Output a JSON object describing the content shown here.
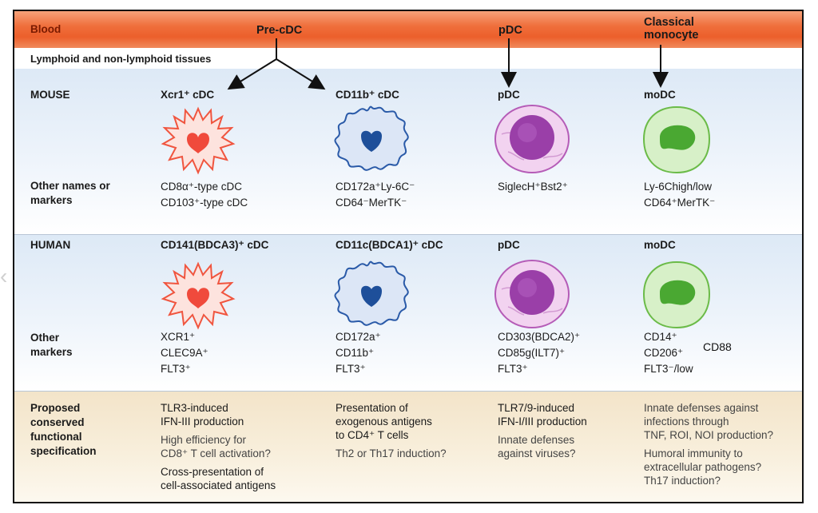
{
  "bands": {
    "blood": "Blood",
    "tissues": "Lymphoid and non-lymphoid tissues"
  },
  "blood_sources": {
    "pre_cdc": "Pre-cDC",
    "pdc": "pDC",
    "monocyte_line1": "Classical",
    "monocyte_line2": "monocyte"
  },
  "mouse": {
    "label": "MOUSE",
    "columns": [
      "Xcr1⁺ cDC",
      "CD11b⁺ cDC",
      "pDC",
      "moDC"
    ],
    "markers_label_line1": "Other names or",
    "markers_label_line2": "markers",
    "markers": [
      [
        "CD8α⁺-type cDC",
        "CD103⁺-type cDC"
      ],
      [
        "CD172a⁺Ly-6C⁻",
        "CD64⁻MerTK⁻"
      ],
      [
        "SiglecH⁺Bst2⁺"
      ],
      [
        "Ly-6Chigh/low",
        "CD64⁺MerTK⁻"
      ]
    ]
  },
  "human": {
    "label": "HUMAN",
    "columns": [
      "CD141(BDCA3)⁺ cDC",
      "CD11c(BDCA1)⁺ cDC",
      "pDC",
      "moDC"
    ],
    "markers_label_line1": "Other",
    "markers_label_line2": "markers",
    "markers": [
      [
        "XCR1⁺",
        "CLEC9A⁺",
        "FLT3⁺"
      ],
      [
        "CD172a⁺",
        "CD11b⁺",
        "FLT3⁺"
      ],
      [
        "CD303(BDCA2)⁺",
        "CD85g(ILT7)⁺",
        "FLT3⁺"
      ],
      [
        "CD14⁺",
        "CD206⁺",
        "FLT3⁻/low"
      ]
    ],
    "extra_note": "CD88"
  },
  "function": {
    "label_lines": [
      "Proposed",
      "conserved",
      "functional",
      "specification"
    ],
    "col1": {
      "main": [
        "TLR3-induced",
        "IFN-III production"
      ],
      "q": [
        "High efficiency for",
        "CD8⁺ T cell activation?"
      ],
      "extra": [
        "Cross-presentation of",
        "cell-associated antigens"
      ]
    },
    "col2": {
      "main": [
        "Presentation of",
        "exogenous antigens",
        "to CD4⁺ T cells"
      ],
      "q": [
        "Th2 or Th17 induction?"
      ]
    },
    "col3": {
      "main": [
        "TLR7/9-induced",
        "IFN-I/III production"
      ],
      "q": [
        "Innate defenses",
        "against viruses?"
      ]
    },
    "col4": {
      "q1": [
        "Innate defenses against",
        "infections through",
        "TNF, ROI, NOI production?"
      ],
      "q2": [
        "Humoral immunity to",
        "extracellular pathogens?",
        "Th17 induction?"
      ]
    }
  },
  "colors": {
    "blood_band": "#ec5f2b",
    "species_band": "#dde9f6",
    "function_band": "#f3e4c9",
    "xcr1_cell": "#f04a3c",
    "cd11b_cell": "#1e4f9a",
    "pdc_cell": "#9a3fa8",
    "modc_cell": "#4aa832"
  }
}
